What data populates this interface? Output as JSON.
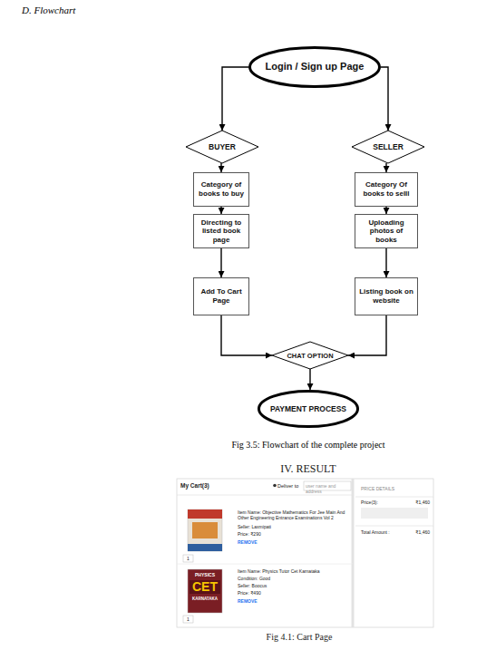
{
  "diagram": {
    "title": "D. Flowchart",
    "caption": "Fig 3.5: Flowchart of the complete project",
    "nodes": [
      {
        "text": [
          "Login / Sign up Page"
        ]
      },
      {
        "text": [
          "BUYER"
        ]
      },
      {
        "text": [
          "SELLER"
        ]
      },
      {
        "text": [
          "Category of books to buy"
        ]
      },
      {
        "text": [
          "Category Of books to selll"
        ]
      },
      {
        "text": [
          "Directing to listed book page"
        ]
      },
      {
        "text": [
          "Uploading photos of books"
        ]
      },
      {
        "text": [
          "Add To Cart Page"
        ]
      },
      {
        "text": [
          "Listing book on website"
        ]
      },
      {
        "text": [
          "CHAT OPTION"
        ]
      },
      {
        "text": [
          "PAYMENT PROCESS"
        ]
      }
    ],
    "edges": [
      {
        "from": 0,
        "to": 1,
        "arrow": "to"
      },
      {
        "from": 0,
        "to": 2,
        "arrow": "to"
      },
      {
        "from": 1,
        "to": 3,
        "arrow": "to"
      },
      {
        "from": 3,
        "to": 5,
        "arrow": "to"
      },
      {
        "from": 5,
        "to": 7,
        "arrow": "to"
      },
      {
        "from": 2,
        "to": 4,
        "arrow": "to"
      },
      {
        "from": 4,
        "to": 6,
        "arrow": "to"
      },
      {
        "from": 6,
        "to": 8,
        "arrow": "to"
      },
      {
        "from": 7,
        "to": 9,
        "arrow": "to"
      },
      {
        "from": 8,
        "to": 9,
        "arrow": "to"
      },
      {
        "from": 9,
        "to": 10,
        "arrow": "to"
      }
    ],
    "labels": [
      "IV. RESULT",
      "My Cart(3)",
      "Deliver to",
      "user name and address",
      "PRICE DETAILS",
      "Price(3):",
      "₹1,460",
      "Total Amount :",
      "₹1,460",
      "Item Name: Objective Mathematics For Jee Main And Other Engineering Entrance Examinations Vol 2",
      "Seller: Laxmipati",
      "Price: ₹290",
      "REMOVE",
      "1",
      "PHYSICS",
      "CET",
      "KARNATAKA",
      "Item Name: Physics Tutor Cet Karnataka",
      "Condition: Good",
      "Seller: Boocus",
      "Price: ₹490",
      "REMOVE",
      "1",
      "Fig 4.1: Cart Page"
    ]
  }
}
